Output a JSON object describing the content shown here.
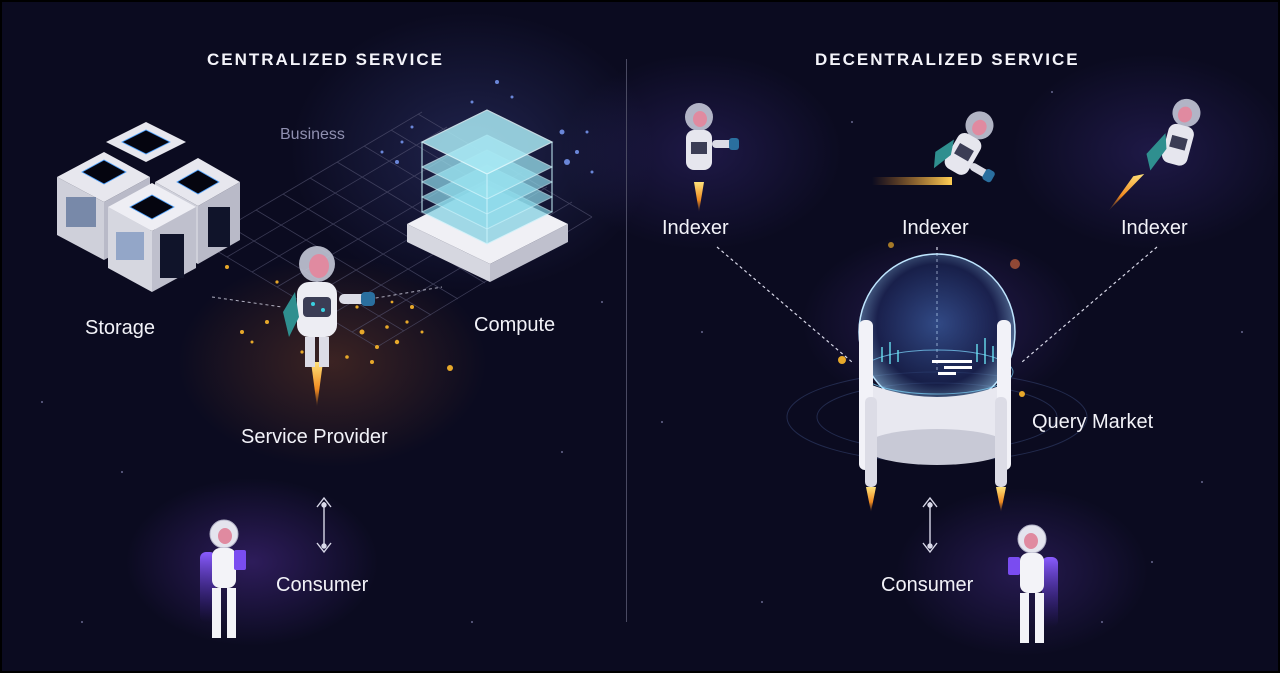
{
  "left": {
    "title": "CENTRALIZED SERVICE",
    "business": "Business",
    "storage": "Storage",
    "compute": "Compute",
    "service_provider": "Service Provider",
    "consumer": "Consumer"
  },
  "right": {
    "title": "DECENTRALIZED SERVICE",
    "indexer_1": "Indexer",
    "indexer_2": "Indexer",
    "indexer_3": "Indexer",
    "query_market": "Query Market",
    "consumer": "Consumer"
  },
  "colors": {
    "background": "#0b0b20",
    "text": "#f2f2f8",
    "muted_text": "#8f8fb0",
    "compute_cyan": "#8fe4f0",
    "spark_gold": "#e7a82a",
    "thruster_orange": "#f0a030",
    "consumer_purple": "#7a4cf0"
  },
  "icons": [
    "server-icon",
    "compute-stack-icon",
    "astronaut-icon",
    "globe-icon",
    "updown-arrow-icon"
  ]
}
